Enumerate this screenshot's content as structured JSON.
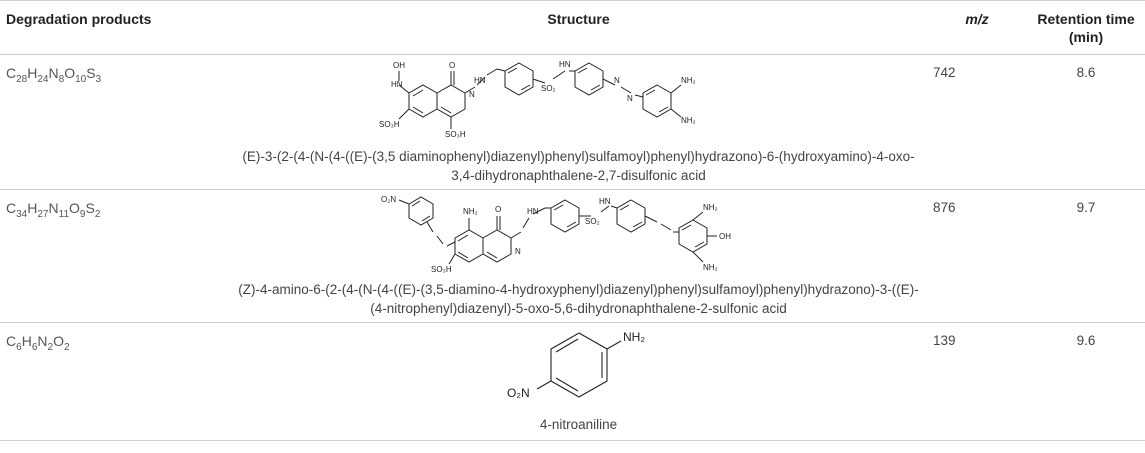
{
  "headers": {
    "col1": "Degradation products",
    "col2": "Structure",
    "col3": "m/z",
    "col4": "Retention time (min)"
  },
  "rows": [
    {
      "formula": [
        [
          "C",
          ""
        ],
        [
          "28",
          "sub"
        ],
        [
          "H",
          ""
        ],
        [
          "24",
          "sub"
        ],
        [
          "N",
          ""
        ],
        [
          "8",
          "sub"
        ],
        [
          "O",
          ""
        ],
        [
          "10",
          "sub"
        ],
        [
          "S",
          ""
        ],
        [
          "3",
          "sub"
        ]
      ],
      "name_line1": "(E)-3-(2-(4-(N-(4-((E)-(3,5 diaminophenyl)diazenyl)phenyl)sulfamoyl)phenyl)hydrazono)-6-(hydroxyamino)-4-oxo-",
      "name_line2": "3,4-dihydronaphthalene-2,7-disulfonic acid",
      "mz": "742",
      "rt": "8.6",
      "struct_labels": {
        "oh": "OH",
        "hn_a": "HN",
        "o": "O",
        "hn_b": "HN",
        "n": "N",
        "so2": "SO₂",
        "hn_c": "HN",
        "n2a": "N",
        "n2b": "N",
        "nh2a": "NH₂",
        "nh2b": "NH₂",
        "so3a": "SO₃H",
        "so3b": "SO₃H"
      }
    },
    {
      "formula": [
        [
          "C",
          ""
        ],
        [
          "34",
          "sub"
        ],
        [
          "H",
          ""
        ],
        [
          "27",
          "sub"
        ],
        [
          "N",
          ""
        ],
        [
          "11",
          "sub"
        ],
        [
          "O",
          ""
        ],
        [
          "9",
          "sub"
        ],
        [
          "S",
          ""
        ],
        [
          "2",
          "sub"
        ]
      ],
      "name_line1": "(Z)-4-amino-6-(2-(4-(N-(4-((E)-(3,5-diamino-4-hydroxyphenyl)diazenyl)phenyl)sulfamoyl)phenyl)hydrazono)-3-((E)-",
      "name_line2": "(4-nitrophenyl)diazenyl)-5-oxo-5,6-dihydronaphthalene-2-sulfonic acid",
      "mz": "876",
      "rt": "9.7",
      "struct_labels": {
        "o2n": "O₂N",
        "nh2": "NH₂",
        "o": "O",
        "hn_a": "HN",
        "so2": "SO₂",
        "hn_b": "HN",
        "nh2a": "NH₂",
        "oh": "OH",
        "nh2b": "NH₂",
        "so3": "SO₃H",
        "n": "N"
      }
    },
    {
      "formula": [
        [
          "C",
          ""
        ],
        [
          "6",
          "sub"
        ],
        [
          "H",
          ""
        ],
        [
          "6",
          "sub"
        ],
        [
          "N",
          ""
        ],
        [
          "2",
          "sub"
        ],
        [
          "O",
          ""
        ],
        [
          "2",
          "sub"
        ]
      ],
      "name_line1": "4-nitroaniline",
      "mz": "139",
      "rt": "9.6",
      "struct_labels": {
        "nh2": "NH₂",
        "o2n": "O₂N"
      }
    }
  ]
}
